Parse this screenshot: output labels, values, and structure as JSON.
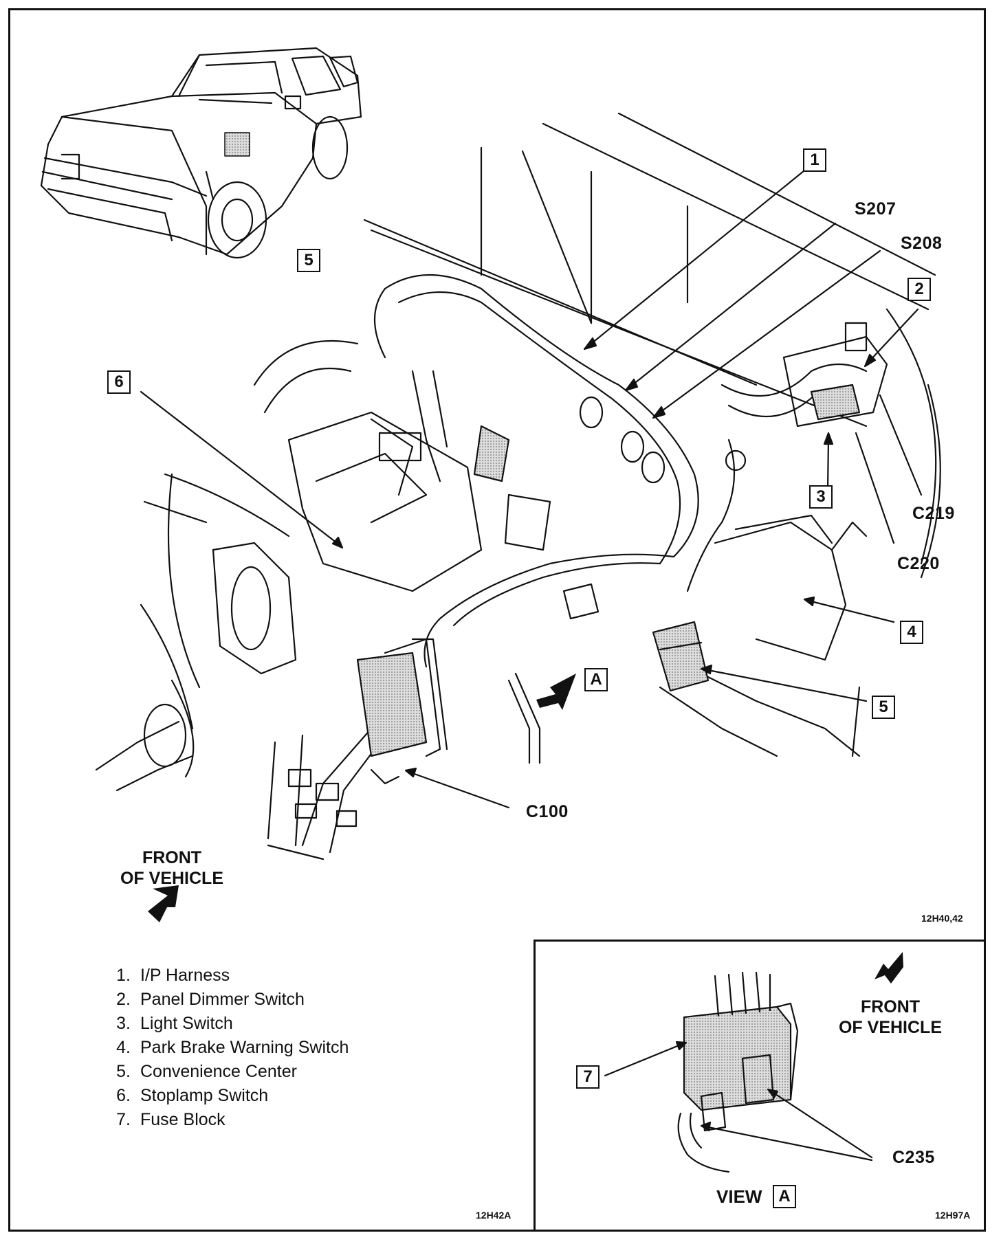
{
  "callouts": {
    "c1": "1",
    "c2": "2",
    "c3": "3",
    "c4": "4",
    "c5a": "5",
    "c5b": "5",
    "c6": "6",
    "c7": "7",
    "view_box": "A",
    "arrow_box": "A"
  },
  "labels": {
    "s207": "S207",
    "s208": "S208",
    "c219": "C219",
    "c220": "C220",
    "c100": "C100",
    "c235": "C235"
  },
  "front_main": [
    "FRONT",
    "OF VEHICLE"
  ],
  "front_inset": [
    "FRONT",
    "OF VEHICLE"
  ],
  "view": "VIEW",
  "figure_codes": {
    "main": "12H40,42",
    "legend": "12H42A",
    "inset": "12H97A"
  },
  "legend": [
    {
      "num": "1.",
      "text": "I/P Harness"
    },
    {
      "num": "2.",
      "text": "Panel Dimmer Switch"
    },
    {
      "num": "3.",
      "text": "Light Switch"
    },
    {
      "num": "4.",
      "text": "Park Brake Warning Switch"
    },
    {
      "num": "5.",
      "text": "Convenience Center"
    },
    {
      "num": "6.",
      "text": "Stoplamp Switch"
    },
    {
      "num": "7.",
      "text": "Fuse Block"
    }
  ]
}
